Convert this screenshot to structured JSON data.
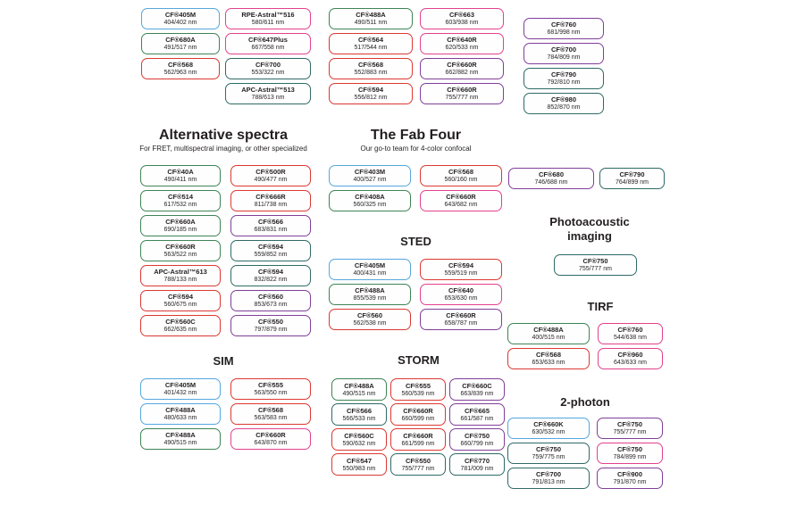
{
  "palette": {
    "blue": "#55a7dd",
    "green": "#3e8456",
    "teal": "#2e6b66",
    "red": "#dc3832",
    "pink": "#e2418d",
    "purple": "#803f98",
    "text": "#231f20"
  },
  "headers": {
    "alternative": {
      "title": "Alternative spectra",
      "subtitle": "For FRET, multispectral imaging, or other specialized"
    },
    "fab_four": {
      "title": "The Fab Four",
      "subtitle": "Our go-to team for 4-color confocal"
    },
    "sted": {
      "title": "STED"
    },
    "sim": {
      "title": "SIM"
    },
    "storm": {
      "title": "STORM"
    },
    "photoacoustic": {
      "line1": "Photoacoustic",
      "line2": "imaging"
    },
    "tirf": {
      "title": "TIRF"
    },
    "two_photon": {
      "title": "2-photon"
    }
  },
  "groups": {
    "top_col1": [
      {
        "name": "CF®405M",
        "value": "404/402 nm",
        "color": "blue"
      },
      {
        "name": "CF®680A",
        "value": "491/517 nm",
        "color": "green"
      },
      {
        "name": "CF®568",
        "value": "562/963 nm",
        "color": "red"
      }
    ],
    "top_col2": [
      {
        "name": "RPE-Astral™516",
        "value": "580/611 nm",
        "color": "pink"
      },
      {
        "name": "CF®647Plus",
        "value": "667/558 nm",
        "color": "pink"
      },
      {
        "name": "CF®700",
        "value": "553/322 nm",
        "color": "teal"
      },
      {
        "name": "APC-Astral™513",
        "value": "788/613 nm",
        "color": "teal"
      }
    ],
    "top_col3": [
      {
        "name": "CF®488A",
        "value": "490/511 nm",
        "color": "green"
      },
      {
        "name": "CF®564",
        "value": "517/544 nm",
        "color": "red"
      },
      {
        "name": "CF®568",
        "value": "552/883 nm",
        "color": "red"
      },
      {
        "name": "CF®594",
        "value": "556/812 nm",
        "color": "red"
      }
    ],
    "top_col4": [
      {
        "name": "CF®663",
        "value": "603/938 nm",
        "color": "pink"
      },
      {
        "name": "CF®640R",
        "value": "620/533 nm",
        "color": "pink"
      },
      {
        "name": "CF®660R",
        "value": "662/882 nm",
        "color": "purple"
      },
      {
        "name": "CF®660R",
        "value": "755/777 nm",
        "color": "purple"
      }
    ],
    "top_col5": [
      {
        "name": "CF®760",
        "value": "681/998 nm",
        "color": "purple"
      },
      {
        "name": "CF®700",
        "value": "784/809 nm",
        "color": "purple"
      },
      {
        "name": "CF®790",
        "value": "792/810 nm",
        "color": "teal"
      },
      {
        "name": "CF®980",
        "value": "852/870 nm",
        "color": "teal"
      }
    ],
    "alt_col1": [
      {
        "name": "CF®40A",
        "value": "490/411 nm",
        "color": "green"
      },
      {
        "name": "CF®514",
        "value": "617/532 nm",
        "color": "green"
      },
      {
        "name": "CF®660A",
        "value": "690/185 nm",
        "color": "green"
      },
      {
        "name": "CF®660R",
        "value": "563/522 nm",
        "color": "green"
      },
      {
        "name": "APC-Astral™613",
        "value": "788/133 nm",
        "color": "red"
      },
      {
        "name": "CF®594",
        "value": "560/675 nm",
        "color": "red"
      },
      {
        "name": "CF®560C",
        "value": "662/635 nm",
        "color": "red"
      }
    ],
    "alt_col2": [
      {
        "name": "CF®500R",
        "value": "490/477 nm",
        "color": "red"
      },
      {
        "name": "CF®666R",
        "value": "811/738 nm",
        "color": "red"
      },
      {
        "name": "CF®566",
        "value": "683/831 nm",
        "color": "purple"
      },
      {
        "name": "CF®594",
        "value": "559/852 nm",
        "color": "teal"
      },
      {
        "name": "CF®594",
        "value": "832/822 nm",
        "color": "teal"
      },
      {
        "name": "CF®560",
        "value": "853/673 nm",
        "color": "purple"
      },
      {
        "name": "CF®550",
        "value": "797/879 nm",
        "color": "purple"
      }
    ],
    "fab_col1": [
      {
        "name": "CF®403M",
        "value": "400/527 nm",
        "color": "blue"
      },
      {
        "name": "CF®408A",
        "value": "560/325 nm",
        "color": "green"
      }
    ],
    "fab_col2": [
      {
        "name": "CF®568",
        "value": "560/160 nm",
        "color": "red"
      },
      {
        "name": "CF®660R",
        "value": "643/682 nm",
        "color": "pink"
      }
    ],
    "sted_col1": [
      {
        "name": "CF®405M",
        "value": "400/431 nm",
        "color": "blue"
      },
      {
        "name": "CF®488A",
        "value": "855/539 nm",
        "color": "green"
      },
      {
        "name": "CF®560",
        "value": "562/538 nm",
        "color": "red"
      }
    ],
    "sted_col2": [
      {
        "name": "CF®594",
        "value": "559/519 nm",
        "color": "red"
      },
      {
        "name": "CF®640",
        "value": "653/630 nm",
        "color": "pink"
      },
      {
        "name": "CF®660R",
        "value": "658/787 nm",
        "color": "purple"
      }
    ],
    "sim_col1": [
      {
        "name": "CF®405M",
        "value": "401/432 nm",
        "color": "blue"
      },
      {
        "name": "CF®488A",
        "value": "480/633 nm",
        "color": "blue"
      },
      {
        "name": "CF®488A",
        "value": "490/515 nm",
        "color": "green"
      }
    ],
    "sim_col2": [
      {
        "name": "CF®555",
        "value": "563/550 nm",
        "color": "red"
      },
      {
        "name": "CF®568",
        "value": "563/583 nm",
        "color": "red"
      },
      {
        "name": "CF®660R",
        "value": "643/870 nm",
        "color": "pink"
      }
    ],
    "storm_col1": [
      {
        "name": "CF®488A",
        "value": "490/515 nm",
        "color": "green"
      },
      {
        "name": "CF®566",
        "value": "566/533 nm",
        "color": "teal"
      },
      {
        "name": "CF®560C",
        "value": "590/632 nm",
        "color": "red"
      },
      {
        "name": "CF®547",
        "value": "550/983 nm",
        "color": "red"
      }
    ],
    "storm_col2": [
      {
        "name": "CF®555",
        "value": "560/539 nm",
        "color": "red"
      },
      {
        "name": "CF®660R",
        "value": "660/599 nm",
        "color": "red"
      },
      {
        "name": "CF®660R",
        "value": "661/599 nm",
        "color": "red"
      },
      {
        "name": "CF®550",
        "value": "755/777 nm",
        "color": "teal"
      }
    ],
    "storm_col3": [
      {
        "name": "CF®660C",
        "value": "663/839 nm",
        "color": "purple"
      },
      {
        "name": "CF®665",
        "value": "661/587 nm",
        "color": "purple"
      },
      {
        "name": "CF®750",
        "value": "660/799 nm",
        "color": "purple"
      },
      {
        "name": "CF®770",
        "value": "781/009 nm",
        "color": "teal"
      }
    ],
    "right_pair1": [
      {
        "name": "CF®680",
        "value": "746/688 nm",
        "color": "purple"
      }
    ],
    "right_pair2": [
      {
        "name": "CF®790",
        "value": "764/899 nm",
        "color": "teal"
      }
    ],
    "photoacoustic_box": [
      {
        "name": "CF®750",
        "value": "755/777 nm",
        "color": "teal"
      }
    ],
    "tirf_col1": [
      {
        "name": "CF®488A",
        "value": "400/515 nm",
        "color": "green"
      },
      {
        "name": "CF®568",
        "value": "653/633 nm",
        "color": "red"
      }
    ],
    "tirf_col2": [
      {
        "name": "CF®760",
        "value": "544/638 nm",
        "color": "pink"
      },
      {
        "name": "CF®960",
        "value": "643/633 nm",
        "color": "pink"
      }
    ],
    "two_photon_col1": [
      {
        "name": "CF®660K",
        "value": "630/532 nm",
        "color": "blue"
      },
      {
        "name": "CF®750",
        "value": "759/775 nm",
        "color": "teal"
      },
      {
        "name": "CF®700",
        "value": "791/813 nm",
        "color": "teal"
      }
    ],
    "two_photon_col2": [
      {
        "name": "CF®750",
        "value": "755/777 nm",
        "color": "purple"
      },
      {
        "name": "CF®750",
        "value": "784/899 nm",
        "color": "pink"
      },
      {
        "name": "CF®900",
        "value": "791/870 nm",
        "color": "purple"
      }
    ]
  }
}
